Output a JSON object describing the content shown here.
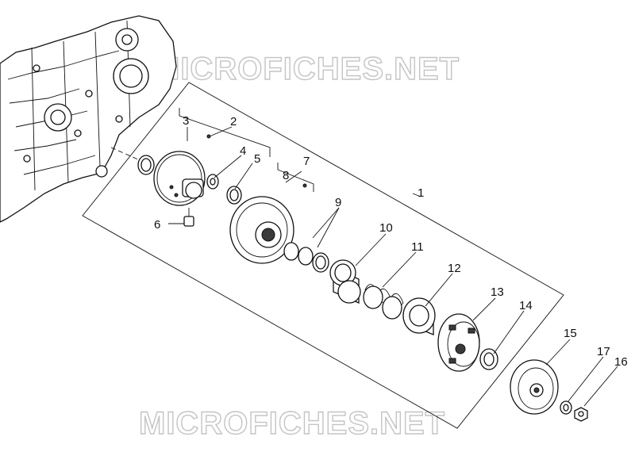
{
  "watermark": {
    "text": "MICROFICHES.NET"
  },
  "callouts": [
    "1",
    "2",
    "3",
    "4",
    "5",
    "6",
    "7",
    "8",
    "9",
    "10",
    "11",
    "12",
    "13",
    "14",
    "15",
    "16",
    "17"
  ],
  "colors": {
    "line": "#111111",
    "watermark": "#c4c4c4",
    "background": "#ffffff"
  }
}
